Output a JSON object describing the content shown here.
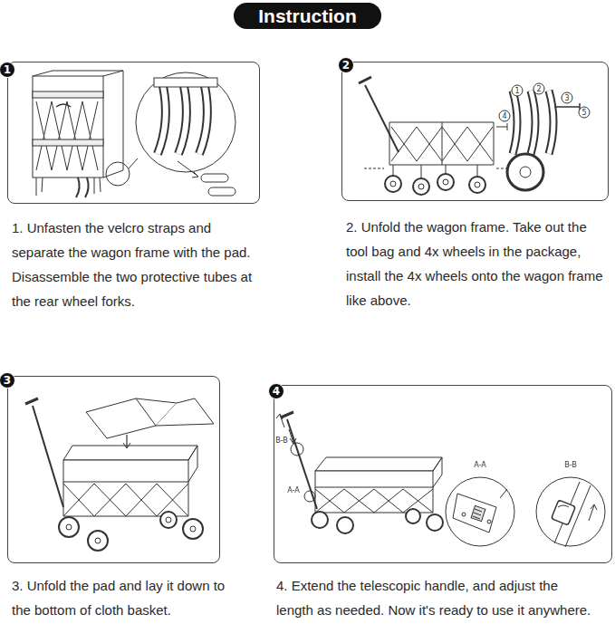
{
  "diagram": {
    "title": "Instruction",
    "nodes": [
      {
        "text": [
          "1. Unfasten the velcro straps and separate the wagon frame with the pad. Disassemble the two protective tubes at the rear wheel forks."
        ]
      },
      {
        "text": [
          "1"
        ],
        "in": 0
      },
      {
        "text": [
          "2. Unfold the wagon frame. Take out the tool bag and 4x wheels in the package, install the 4x wheels onto the wagon frame like above."
        ]
      },
      {
        "text": [
          "2"
        ],
        "in": 2
      },
      {
        "text": [
          "3. Unfold the pad and lay it down to the bottom of cloth basket."
        ]
      },
      {
        "text": [
          "3"
        ],
        "in": 4
      },
      {
        "text": [
          "4. Extend the telescopic handle, and adjust the length as needed. Now it's ready to use it anywhere."
        ]
      },
      {
        "text": [
          "4"
        ],
        "in": 6
      }
    ],
    "labels": [
      "1",
      "2",
      "3",
      "4",
      "5",
      "B-B",
      "A-A",
      "B-B",
      "A-A"
    ]
  }
}
